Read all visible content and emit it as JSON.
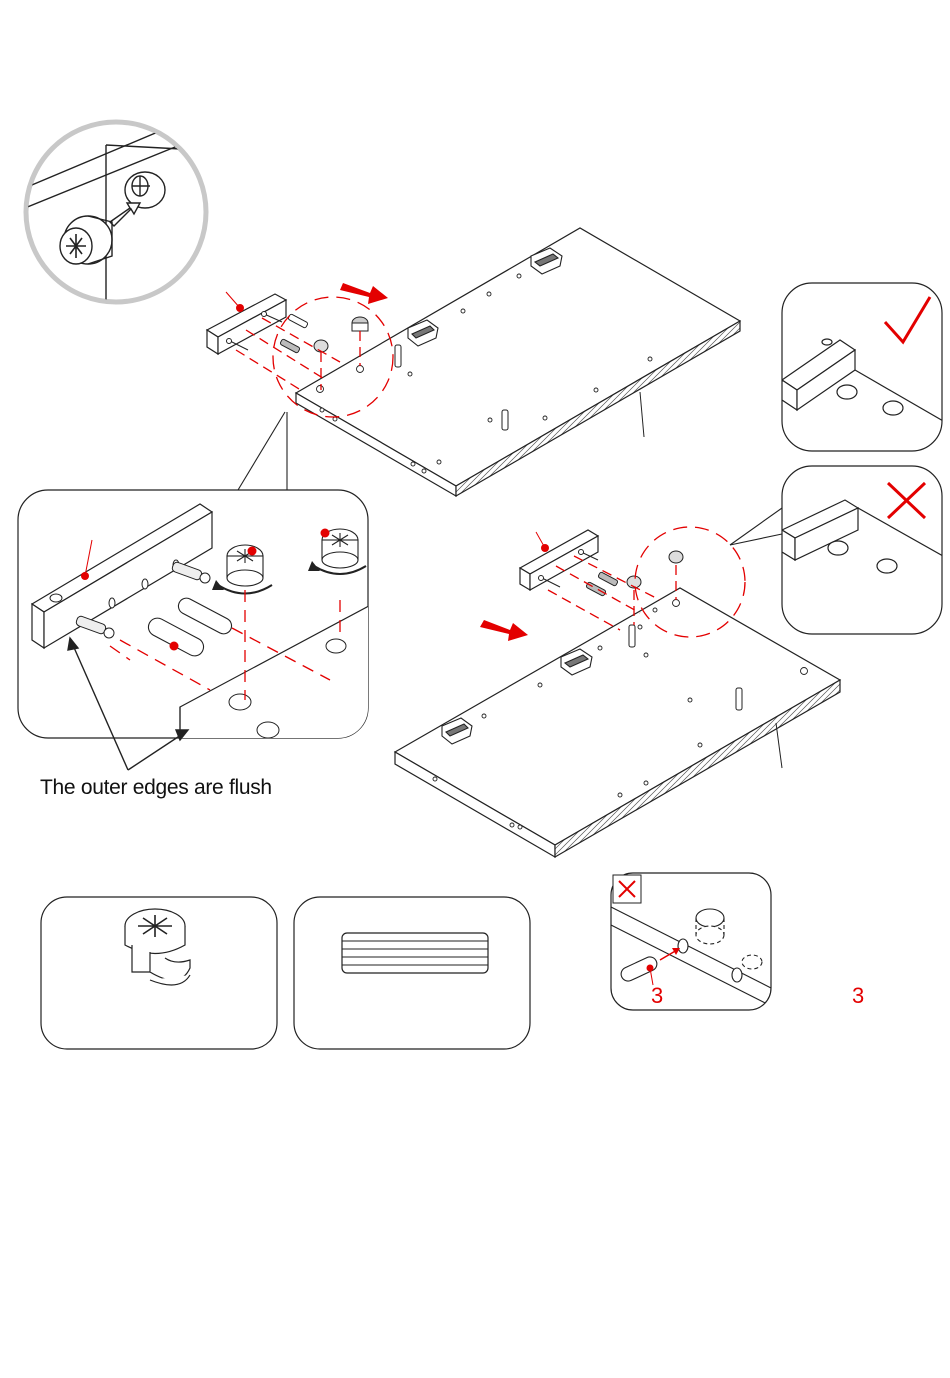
{
  "caption": {
    "text": "The outer edges are flush"
  },
  "callouts": {
    "wrong_qty": "3",
    "correct_qty": "3"
  },
  "marks": {
    "correct": "check-mark-icon",
    "incorrect": "cross-mark-icon"
  },
  "colors": {
    "accent": "#e30000",
    "line": "#222222",
    "frame": "#bdbdbd"
  }
}
